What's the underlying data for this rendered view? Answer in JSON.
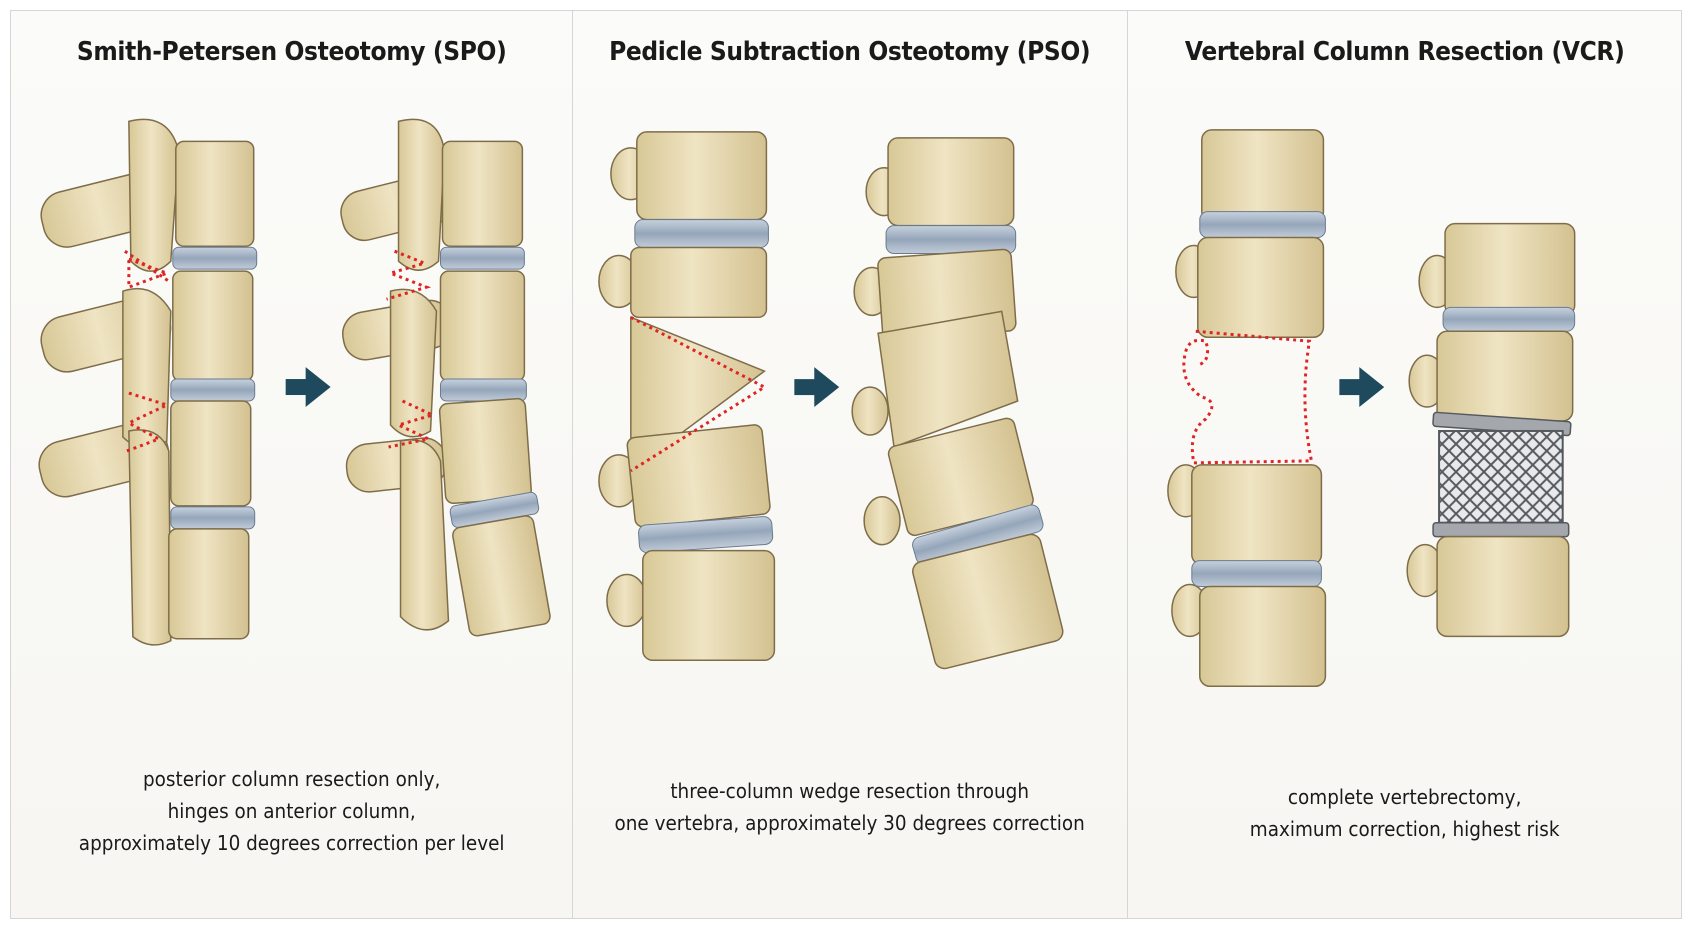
{
  "panels": [
    {
      "title": "Smith-Petersen Osteotomy (SPO)",
      "caption_lines": [
        "posterior column resection only,",
        "hinges on anterior column,",
        "approximately 10 degrees correction per level"
      ]
    },
    {
      "title": "Pedicle Subtraction Osteotomy (PSO)",
      "caption_lines": [
        "three-column wedge resection through",
        "one vertebra, approximately 30 degrees correction"
      ]
    },
    {
      "title": "Vertebral Column Resection (VCR)",
      "caption_lines": [
        "complete vertebrectomy,",
        "maximum correction, highest risk"
      ]
    }
  ],
  "colors": {
    "bone_fill": "#e9dcb5",
    "bone_stroke": "#7e6d48",
    "disc_fill": "#a9b7c8",
    "cut_line": "#e02424",
    "arrow": "#1f4a5e",
    "cage": "#8f9398"
  }
}
